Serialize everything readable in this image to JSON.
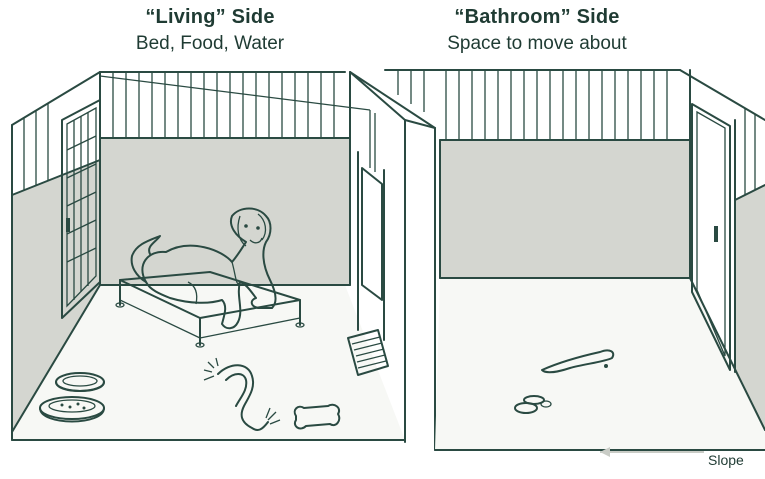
{
  "living_side": {
    "title": "“Living” Side",
    "subtitle": "Bed, Food, Water"
  },
  "bathroom_side": {
    "title": "“Bathroom” Side",
    "subtitle": "Space to move about"
  },
  "floor": {
    "slope_label": "Slope"
  },
  "colors": {
    "line": "#2a4a42",
    "wall_gray": "#d4d6d0",
    "floor": "#f7f8f5",
    "text": "#1f3b33"
  },
  "icons": [
    "dog-icon",
    "raised-bed-icon",
    "food-bowl-icon",
    "water-bowl-icon",
    "rope-toy-icon",
    "bone-toy-icon",
    "drain-grate-icon",
    "urine-puddle-icon",
    "stool-icon",
    "slope-arrow-icon"
  ]
}
